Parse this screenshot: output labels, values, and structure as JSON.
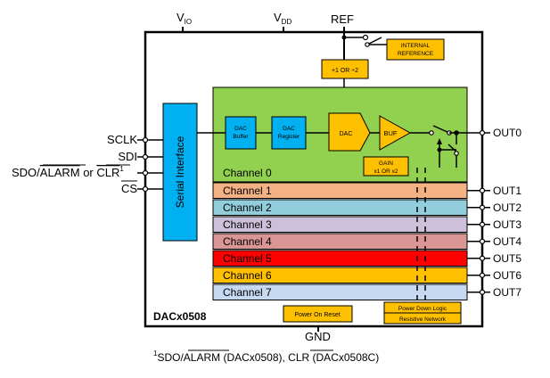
{
  "supplies": {
    "vio": "V",
    "vio_sub": "IO",
    "vdd": "V",
    "vdd_sub": "DD",
    "ref": "REF",
    "gnd": "GND"
  },
  "blocks": {
    "internal_reference": [
      "INTERNAL",
      "REFERENCE"
    ],
    "ref_divider": "+1 OR ÷2",
    "serial_interface": "Serial Interface",
    "dac_buffer": [
      "DAC",
      "Buffer"
    ],
    "dac_register": [
      "DAC",
      "Register"
    ],
    "dac": "DAC",
    "buf": "BUF",
    "gain": [
      "GAIN",
      "x1 OR x2"
    ],
    "power_on_reset": "Power On Reset",
    "power_down_logic": "Power Down Logic",
    "resistive_network": "Resistive Network",
    "device_name": "DACx0508"
  },
  "inputs": {
    "sclk": "SCLK",
    "sdi": "SDI",
    "sdo_prefix": "SDO/",
    "sdo_alarm": "ALARM",
    "sdo_or": " or ",
    "sdo_clr": "CLR",
    "sdo_sup": "1",
    "cs": "CS"
  },
  "channels": [
    {
      "label": "Channel 0",
      "output": "OUT0",
      "color": "#92d050"
    },
    {
      "label": "Channel 1",
      "output": "OUT1",
      "color": "#f4b183"
    },
    {
      "label": "Channel 2",
      "output": "OUT2",
      "color": "#92cddc"
    },
    {
      "label": "Channel 3",
      "output": "OUT3",
      "color": "#ccc0da"
    },
    {
      "label": "Channel 4",
      "output": "OUT4",
      "color": "#da9694"
    },
    {
      "label": "Channel 5",
      "output": "OUT5",
      "color": "#ff0000"
    },
    {
      "label": "Channel 6",
      "output": "OUT6",
      "color": "#ffc000"
    },
    {
      "label": "Channel 7",
      "output": "OUT7",
      "color": "#c6d9f1"
    }
  ],
  "footnote": {
    "sup": "1",
    "part1": "SDO/",
    "alarm": "ALARM",
    "part2": " (DACx0508), ",
    "clr": "CLR",
    "part3": " (DACx0508C)"
  },
  "colors": {
    "serial": "#00b0f0",
    "dac_blue": "#00b0f0",
    "orange": "#ffc000",
    "outline": "#000000"
  }
}
